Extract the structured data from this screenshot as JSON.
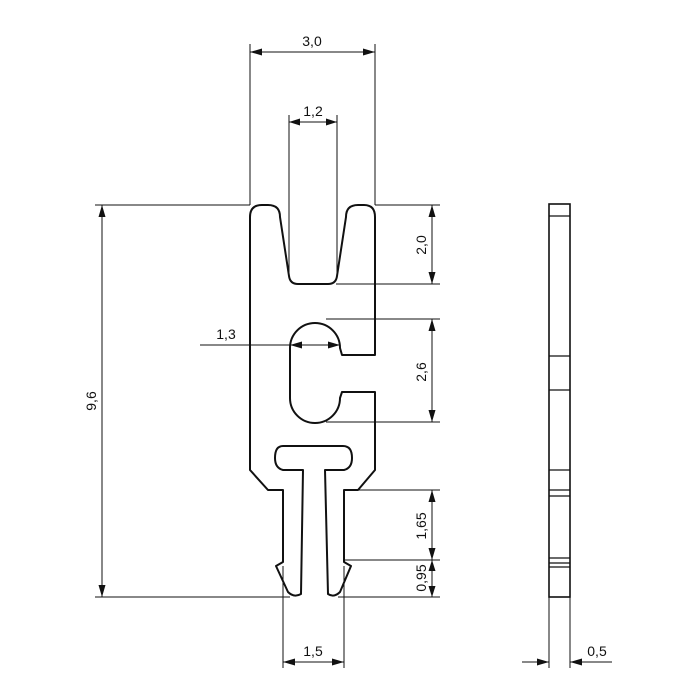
{
  "drawing": {
    "dimensions": {
      "overall_width": "3,0",
      "slot_width": "1,2",
      "slot_depth": "2,0",
      "hole_width": "1,3",
      "hole_height": "2,6",
      "total_height": "9,6",
      "leg_length": "1,65",
      "tip_length": "0,95",
      "leg_span": "1,5",
      "thickness": "0,5"
    }
  }
}
